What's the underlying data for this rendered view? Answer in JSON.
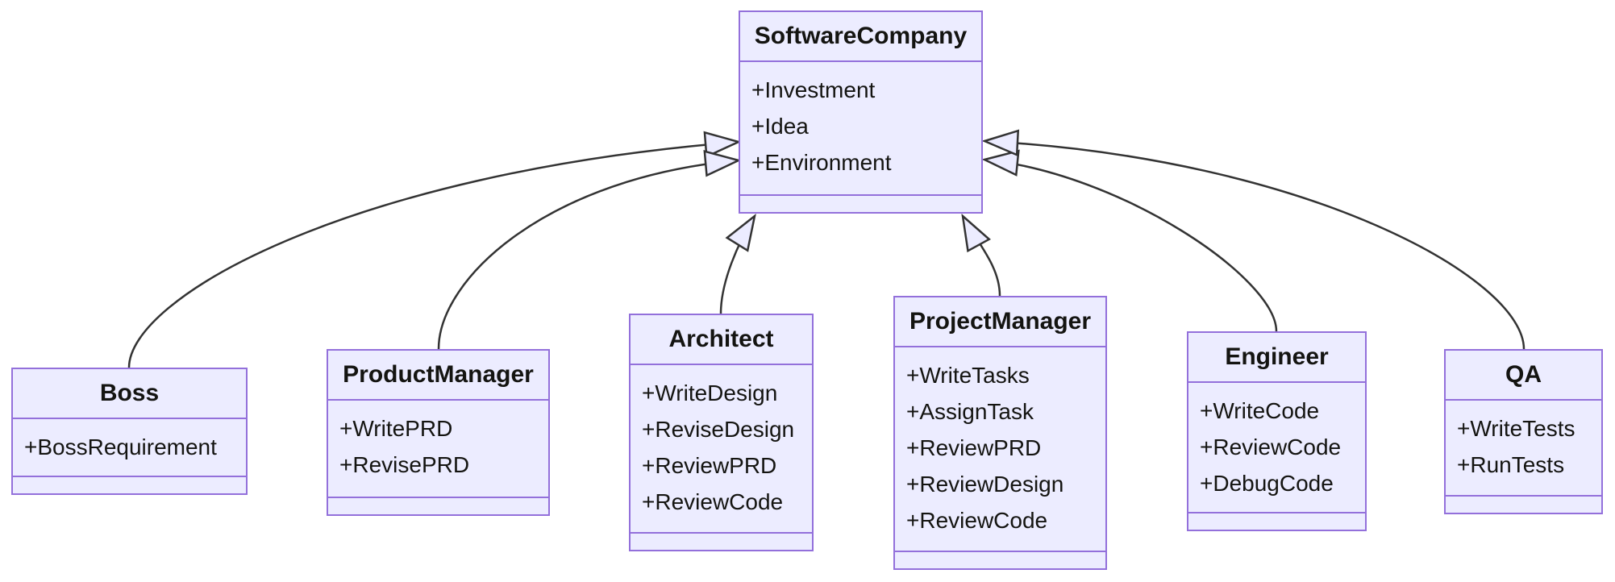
{
  "diagram_type": "uml-class-diagram",
  "colors": {
    "node_fill": "#ECECFF",
    "node_border": "#9370DB",
    "edge_line": "#333333",
    "text": "#141411",
    "background": "#FFFFFF"
  },
  "classes": {
    "software_company": {
      "name": "SoftwareCompany",
      "members": [
        "+Investment",
        "+Idea",
        "+Environment"
      ]
    },
    "boss": {
      "name": "Boss",
      "members": [
        "+BossRequirement"
      ]
    },
    "product_manager": {
      "name": "ProductManager",
      "members": [
        "+WritePRD",
        "+RevisePRD"
      ]
    },
    "architect": {
      "name": "Architect",
      "members": [
        "+WriteDesign",
        "+ReviseDesign",
        "+ReviewPRD",
        "+ReviewCode"
      ]
    },
    "project_manager": {
      "name": "ProjectManager",
      "members": [
        "+WriteTasks",
        "+AssignTask",
        "+ReviewPRD",
        "+ReviewDesign",
        "+ReviewCode"
      ]
    },
    "engineer": {
      "name": "Engineer",
      "members": [
        "+WriteCode",
        "+ReviewCode",
        "+DebugCode"
      ]
    },
    "qa": {
      "name": "QA",
      "members": [
        "+WriteTests",
        "+RunTests"
      ]
    }
  },
  "relations": [
    {
      "from": "Boss",
      "to": "SoftwareCompany",
      "type": "inheritance"
    },
    {
      "from": "ProductManager",
      "to": "SoftwareCompany",
      "type": "inheritance"
    },
    {
      "from": "Architect",
      "to": "SoftwareCompany",
      "type": "inheritance"
    },
    {
      "from": "ProjectManager",
      "to": "SoftwareCompany",
      "type": "inheritance"
    },
    {
      "from": "Engineer",
      "to": "SoftwareCompany",
      "type": "inheritance"
    },
    {
      "from": "QA",
      "to": "SoftwareCompany",
      "type": "inheritance"
    }
  ]
}
